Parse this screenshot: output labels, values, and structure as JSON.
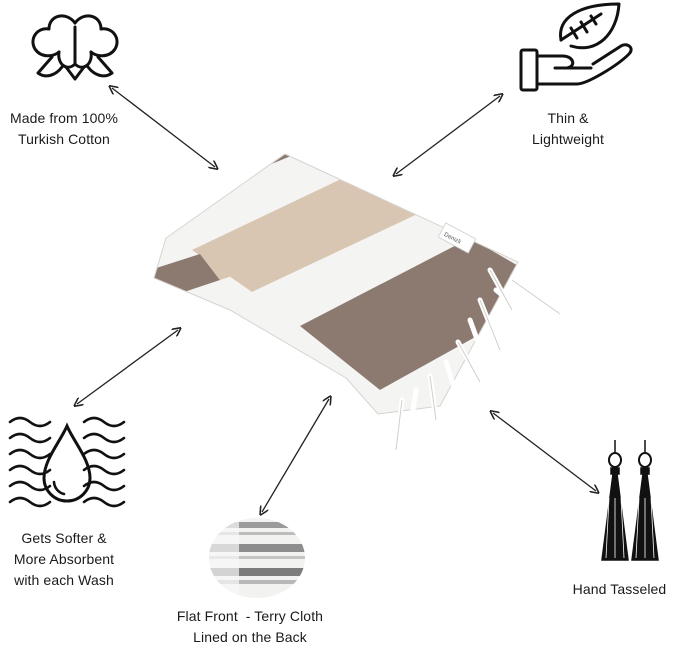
{
  "features": {
    "cotton": {
      "lines": [
        "Made from 100%",
        "Turkish Cotton"
      ],
      "icon": "cotton-flower-icon"
    },
    "light": {
      "lines": [
        "Thin &",
        "Lightweight"
      ],
      "icon": "leaf-on-hand-icon"
    },
    "wash": {
      "lines": [
        "Gets Softer &",
        "More Absorbent",
        "with each Wash"
      ],
      "icon": "water-drop-waves-icon"
    },
    "cloth": {
      "lines": [
        "Flat Front  - Terry Cloth",
        "Lined on the Back"
      ],
      "icon": "fabric-swatch-image"
    },
    "tassel": {
      "lines": [
        "Hand Tasseled"
      ],
      "icon": "tassel-icon"
    }
  },
  "product": {
    "tag_text": "Denizli"
  },
  "colors": {
    "stripe_dark": "#8c7a70",
    "stripe_light": "#d8c6b2",
    "towel_white": "#f4f4f2",
    "icon_black": "#111111"
  }
}
